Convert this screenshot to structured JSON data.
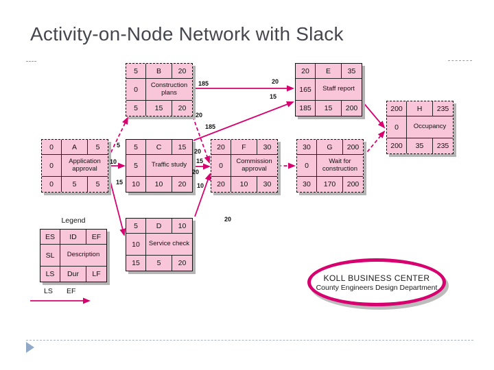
{
  "slide": {
    "title": "Activity-on-Node Network with Slack"
  },
  "colors": {
    "node_fill": "#f8c6d8",
    "arrow": "#d6006e",
    "shadow": "#b4b4b4",
    "title_text": "#46464e"
  },
  "legend": {
    "title": "Legend",
    "cells": {
      "es": "ES",
      "id": "ID",
      "ef": "EF",
      "sl": "SL",
      "desc": "Description",
      "ls": "LS",
      "dur": "Dur",
      "lf": "LF"
    },
    "arrow_labels": [
      "LS",
      "EF"
    ]
  },
  "nodes": [
    {
      "id": "A",
      "description": "Application approval",
      "es": "0",
      "ef": "5",
      "sl": "0",
      "ls": "0",
      "dur": "5",
      "lf": "5",
      "critical": true
    },
    {
      "id": "B",
      "description": "Construction plans",
      "es": "5",
      "ef": "20",
      "sl": "0",
      "ls": "5",
      "dur": "15",
      "lf": "20",
      "critical": true
    },
    {
      "id": "C",
      "description": "Traffic study",
      "es": "5",
      "ef": "15",
      "sl": "5",
      "ls": "10",
      "dur": "10",
      "lf": "20",
      "critical": false
    },
    {
      "id": "D",
      "description": "Service check",
      "es": "5",
      "ef": "10",
      "sl": "10",
      "ls": "15",
      "dur": "5",
      "lf": "20",
      "critical": false
    },
    {
      "id": "E",
      "description": "Staff report",
      "es": "20",
      "ef": "35",
      "sl": "165",
      "ls": "185",
      "dur": "15",
      "lf": "200",
      "critical": false
    },
    {
      "id": "F",
      "description": "Commission approval",
      "es": "20",
      "ef": "30",
      "sl": "0",
      "ls": "20",
      "dur": "10",
      "lf": "30",
      "critical": true
    },
    {
      "id": "G",
      "description": "Wait for construction",
      "es": "30",
      "ef": "200",
      "sl": "0",
      "ls": "30",
      "dur": "170",
      "lf": "200",
      "critical": true
    },
    {
      "id": "H",
      "description": "Occupancy",
      "es": "200",
      "ef": "235",
      "sl": "0",
      "ls": "200",
      "dur": "35",
      "lf": "235",
      "critical": true
    }
  ],
  "edges": [
    {
      "from": "A",
      "to": "B",
      "style": "dashed"
    },
    {
      "from": "A",
      "to": "C",
      "style": "solid"
    },
    {
      "from": "A",
      "to": "D",
      "style": "solid"
    },
    {
      "from": "B",
      "to": "E",
      "style": "solid"
    },
    {
      "from": "B",
      "to": "F",
      "style": "dashed"
    },
    {
      "from": "C",
      "to": "E",
      "style": "solid"
    },
    {
      "from": "C",
      "to": "F",
      "style": "solid"
    },
    {
      "from": "D",
      "to": "F",
      "style": "solid"
    },
    {
      "from": "F",
      "to": "G",
      "style": "dashed"
    },
    {
      "from": "E",
      "to": "H",
      "style": "solid"
    },
    {
      "from": "G",
      "to": "H",
      "style": "dashed"
    }
  ],
  "edge_labels": [
    "185",
    "20",
    "15",
    "20",
    "185",
    "5",
    "10",
    "15",
    "20",
    "15",
    "20",
    "10",
    "20"
  ],
  "stamp": {
    "line1": "KOLL BUSINESS CENTER",
    "line2": "County Engineers Design Department"
  }
}
